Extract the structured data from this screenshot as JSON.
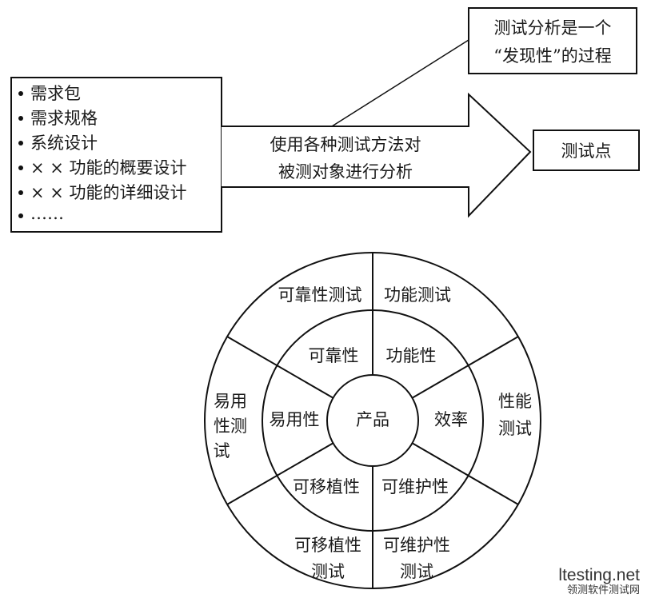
{
  "inputs": {
    "items": [
      "需求包",
      "需求规格",
      "系统设计",
      "× × 功能的概要设计",
      "× × 功能的详细设计",
      "……"
    ]
  },
  "arrow": {
    "line1": "使用各种测试方法对",
    "line2": "被测对象进行分析"
  },
  "discovery_note": {
    "line1": "测试分析是一个",
    "line2": "“发现性”的过程"
  },
  "output": {
    "label": "测试点"
  },
  "wheel": {
    "center": "产品",
    "inner": {
      "reliability": "可靠性",
      "functionality": "功能性",
      "efficiency": "效率",
      "maintainability": "可维护性",
      "portability": "可移植性",
      "usability": "易用性"
    },
    "outer": {
      "reliability_test": "可靠性测试",
      "function_test": "功能测试",
      "performance_test": [
        "性能",
        "测试"
      ],
      "maintainability_test": [
        "可维护性",
        "测试"
      ],
      "portability_test": [
        "可移植性",
        "测试"
      ],
      "usability_test": [
        "易用",
        "性测",
        "试"
      ]
    }
  },
  "watermark": {
    "domain": "ltesting.net",
    "caption": "领测软件测试网"
  }
}
